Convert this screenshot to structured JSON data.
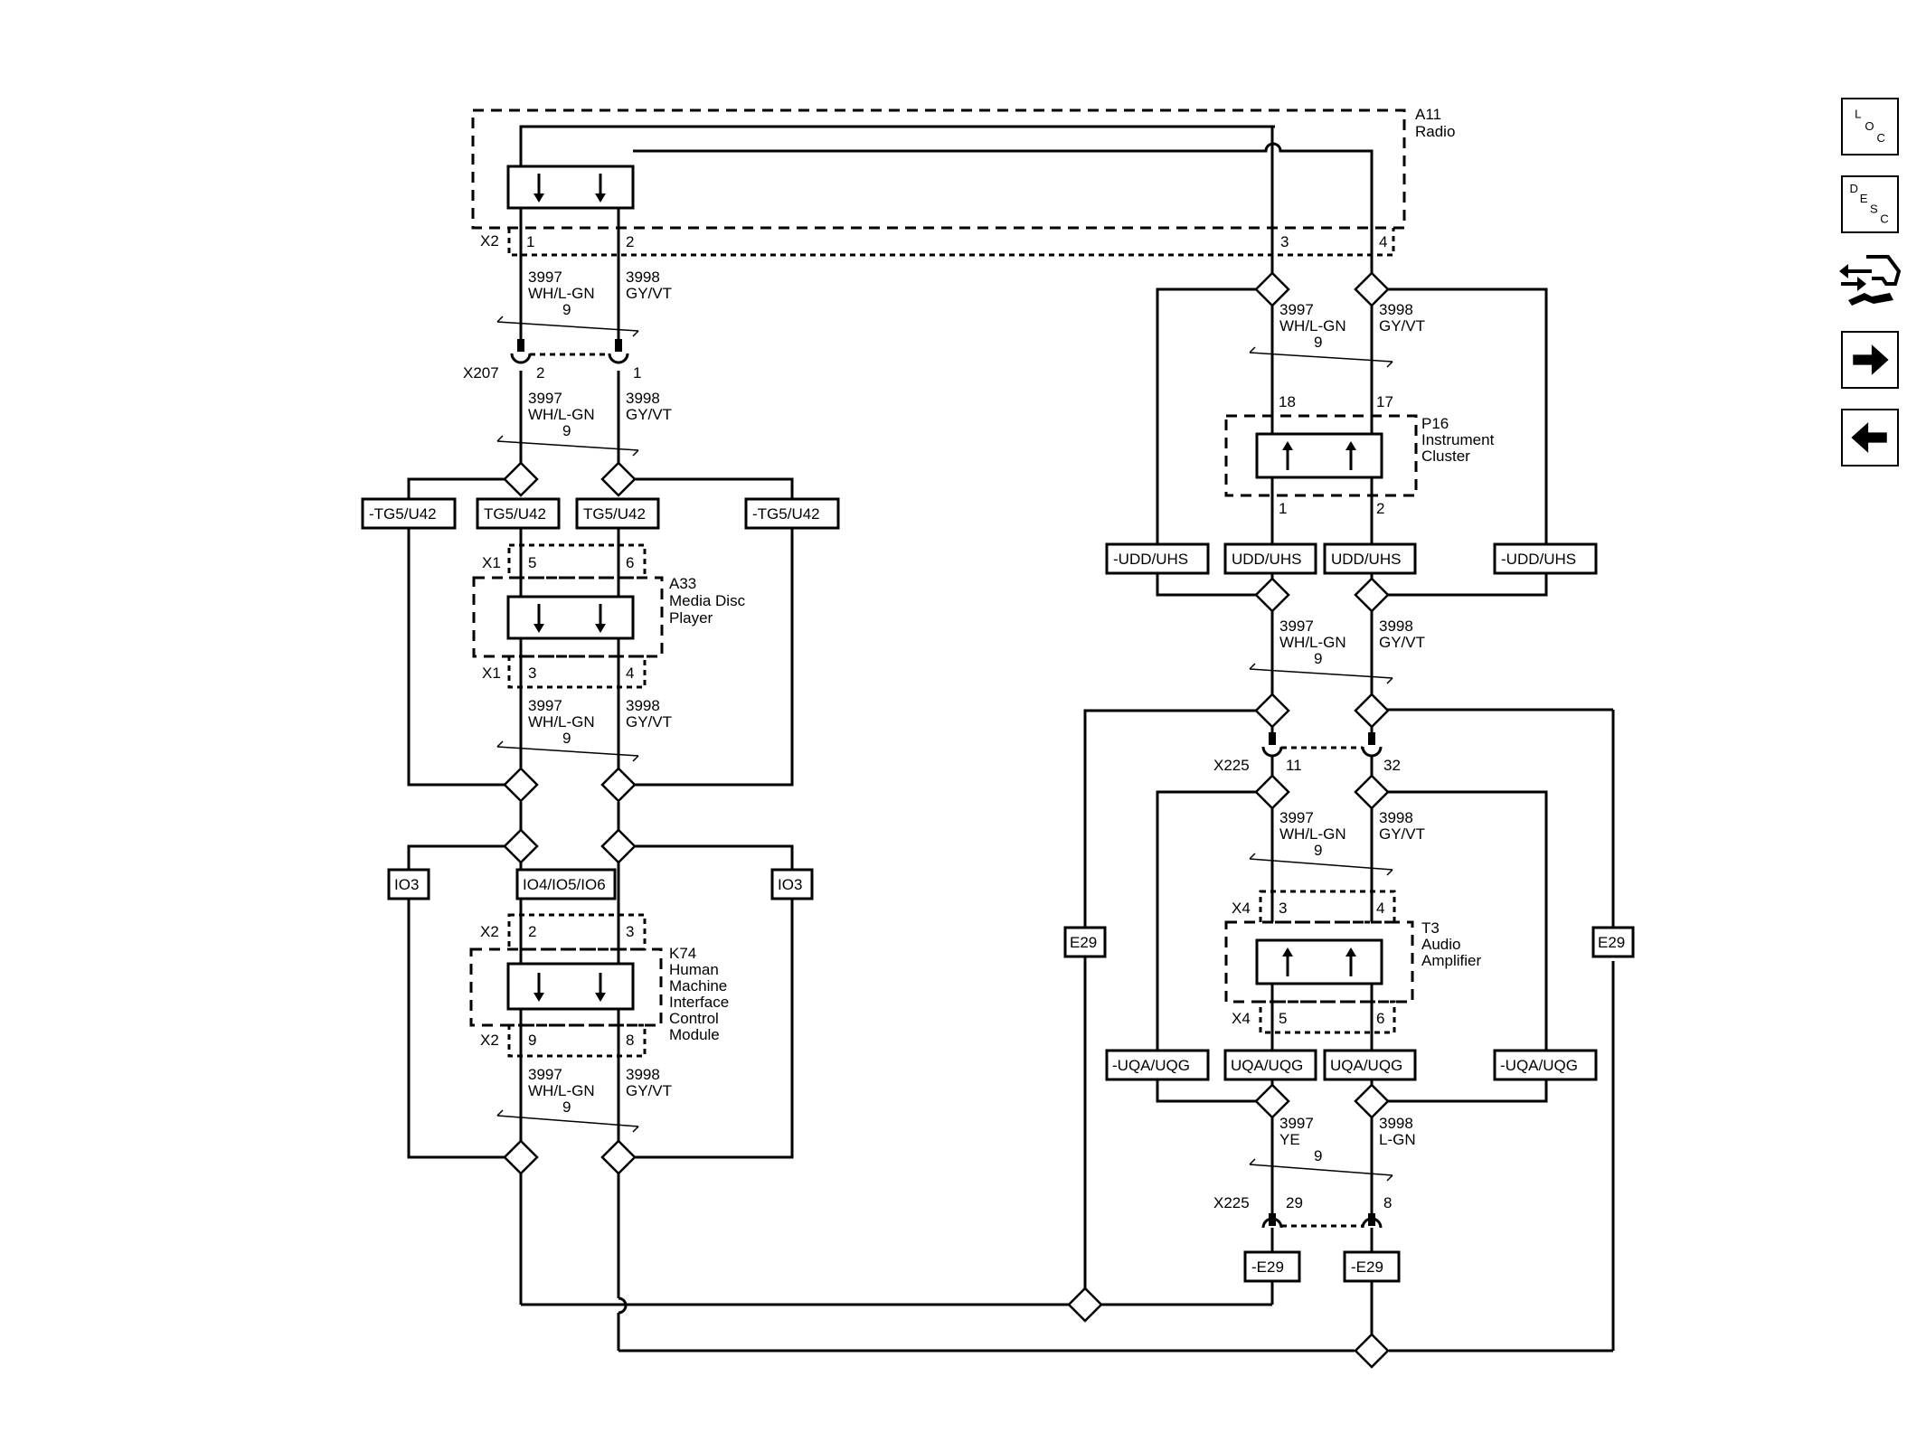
{
  "sidebar": {
    "loc": {
      "l1": "L",
      "l2": "O",
      "l3": "C"
    },
    "desc": {
      "l1": "D",
      "l2": "E",
      "l3": "S",
      "l4": "C"
    },
    "tools_icon": "wrench-connector-icon",
    "next_icon": "arrow-right-icon",
    "prev_icon": "arrow-left-icon"
  },
  "components": {
    "a11": {
      "id": "A11",
      "name": "Radio"
    },
    "p16": {
      "id": "P16",
      "name1": "Instrument",
      "name2": "Cluster"
    },
    "a33": {
      "id": "A33",
      "name1": "Media Disc",
      "name2": "Player"
    },
    "k74": {
      "id": "K74",
      "name1": "Human",
      "name2": "Machine",
      "name3": "Interface",
      "name4": "Control",
      "name5": "Module"
    },
    "t3": {
      "id": "T3",
      "name1": "Audio",
      "name2": "Amplifier"
    }
  },
  "connectors": {
    "x2": "X2",
    "x207": "X207",
    "x1": "X1",
    "x225": "X225",
    "x4": "X4"
  },
  "pins": {
    "a11_1": "1",
    "a11_2": "2",
    "a11_3": "3",
    "a11_4": "4",
    "x207_a": "2",
    "x207_b": "1",
    "p16_in_a": "18",
    "p16_in_b": "17",
    "p16_out_a": "1",
    "p16_out_b": "2",
    "a33_in_a": "5",
    "a33_in_b": "6",
    "a33_out_a": "3",
    "a33_out_b": "4",
    "k74_in_a": "2",
    "k74_in_b": "3",
    "k74_out_a": "9",
    "k74_out_b": "8",
    "x225_top_a": "11",
    "x225_top_b": "32",
    "t3_in_a": "3",
    "t3_in_b": "4",
    "t3_out_a": "5",
    "t3_out_b": "6",
    "x225_bot_a": "29",
    "x225_bot_b": "8"
  },
  "wires": {
    "c1": "3997",
    "c1_color": "WH/L-GN",
    "c2": "3998",
    "c2_color": "GY/VT",
    "twist": "9",
    "c1_alt_color": "YE",
    "c2_alt_color": "L-GN"
  },
  "options": {
    "tg_neg": "-TG5/U42",
    "tg": "TG5/U42",
    "udd_neg": "-UDD/UHS",
    "udd": "UDD/UHS",
    "io3": "IO3",
    "io456": "IO4/IO5/IO6",
    "e29": "E29",
    "e29_neg": "-E29",
    "uqa_neg": "-UQA/UQG",
    "uqa": "UQA/UQG"
  }
}
